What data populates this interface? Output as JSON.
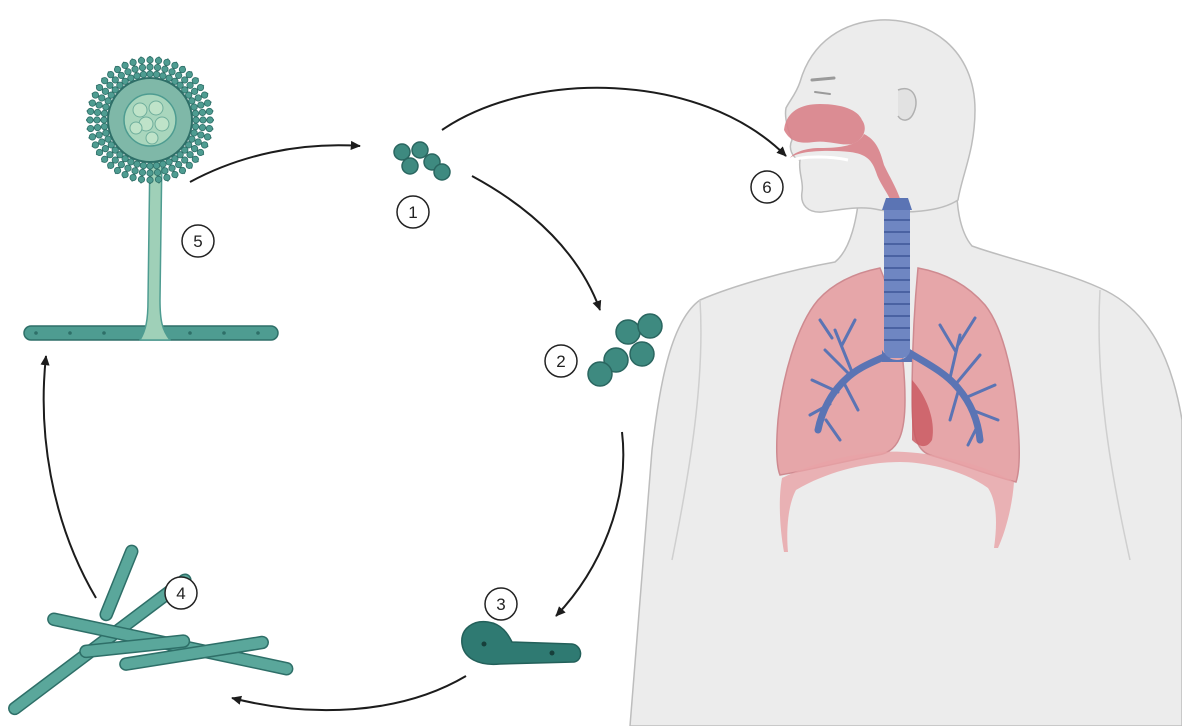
{
  "steps": [
    {
      "number": "1"
    },
    {
      "number": "2"
    },
    {
      "number": "3"
    },
    {
      "number": "4"
    },
    {
      "number": "5"
    },
    {
      "number": "6"
    }
  ],
  "colors": {
    "fungus_dark": "#2e6f68",
    "fungus_mid": "#4e9c91",
    "fungus_light": "#9fd0b8",
    "body_fill": "#eaeaea",
    "body_outline": "#b9b9b9",
    "airway_pink": "#d9828a",
    "lung_pink": "#e59a9e",
    "bronchi_blue": "#5b74b4",
    "arrow": "#1c1c1c"
  },
  "icons": [
    "conidiophore-icon",
    "conidia-icon",
    "swollen-conidia-icon",
    "germ-tube-icon",
    "hyphae-icon",
    "human-respiratory-icon"
  ]
}
